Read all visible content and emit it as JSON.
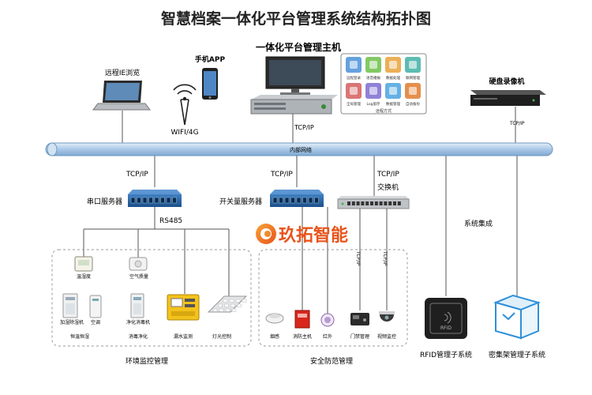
{
  "title": "智慧档案一体化平台管理系统结构拓扑图",
  "host": {
    "label": "一体化平台管理主机",
    "modules": [
      "远程登录",
      "语音播报",
      "数据处理",
      "联网管理",
      "全局管理",
      "Log留存",
      "数据管理",
      "自动备份"
    ],
    "footer": "远程方式"
  },
  "remote_ie": "远程IE浏览",
  "mobile_app": "手机APP",
  "wifi": "WIFI/4G",
  "nvr": "硬盘录像机",
  "tcp": "TCP/IP",
  "network": "内部网络",
  "serial_server": "串口服务器",
  "switch_server": "开关量服务器",
  "switch": "交换机",
  "rs485": "RS485",
  "system_integration": "系统集成",
  "logo_text": "玖拓智能",
  "env_devices": {
    "thermo": "温湿度",
    "air": "空气质量",
    "humidifier": "加湿除湿机",
    "ac": "空调",
    "temp_ctrl": "恒温恒湿",
    "purifier": "净化消毒机",
    "disinfect": "消毒净化",
    "leak": "漏水监测",
    "light": "灯光控制"
  },
  "env_label": "环境监控管理",
  "sec_devices": {
    "smoke": "烟感",
    "host": "消防主机",
    "ir": "红外",
    "door": "门禁管理",
    "cam": "视频监控"
  },
  "sec_label": "安全防范管理",
  "rfid_label": "RFID管理子系统",
  "rack_label": "密集架管理子系统",
  "rfid_icon": "RFID",
  "colors": {
    "pipe": "#a9c8e6",
    "line": "#555555",
    "accent": "#e8541b"
  }
}
